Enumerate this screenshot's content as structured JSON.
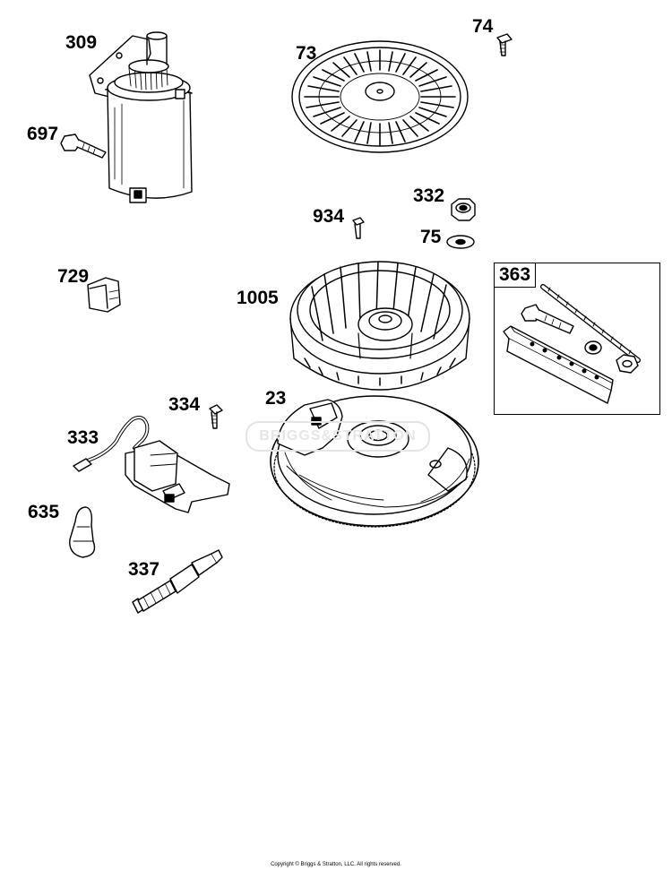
{
  "diagram": {
    "callouts": [
      {
        "id": "starter-motor",
        "label": "309"
      },
      {
        "id": "starter-bolt",
        "label": "697"
      },
      {
        "id": "blower-screen",
        "label": "73"
      },
      {
        "id": "screen-screw",
        "label": "74"
      },
      {
        "id": "flywheel-nut",
        "label": "332"
      },
      {
        "id": "flywheel-screw",
        "label": "934"
      },
      {
        "id": "flywheel-washer",
        "label": "75"
      },
      {
        "id": "wire-clip",
        "label": "729"
      },
      {
        "id": "flywheel-fan",
        "label": "1005"
      },
      {
        "id": "flywheel",
        "label": "23"
      },
      {
        "id": "armature-screw",
        "label": "334"
      },
      {
        "id": "armature",
        "label": "333"
      },
      {
        "id": "spark-plug-boot",
        "label": "635"
      },
      {
        "id": "spark-plug",
        "label": "337"
      }
    ],
    "kit": {
      "label": "363"
    },
    "watermark": "BRIGGS&STRATTON",
    "copyright": "Copyright © Briggs & Stratton, LLC. All rights reserved."
  }
}
